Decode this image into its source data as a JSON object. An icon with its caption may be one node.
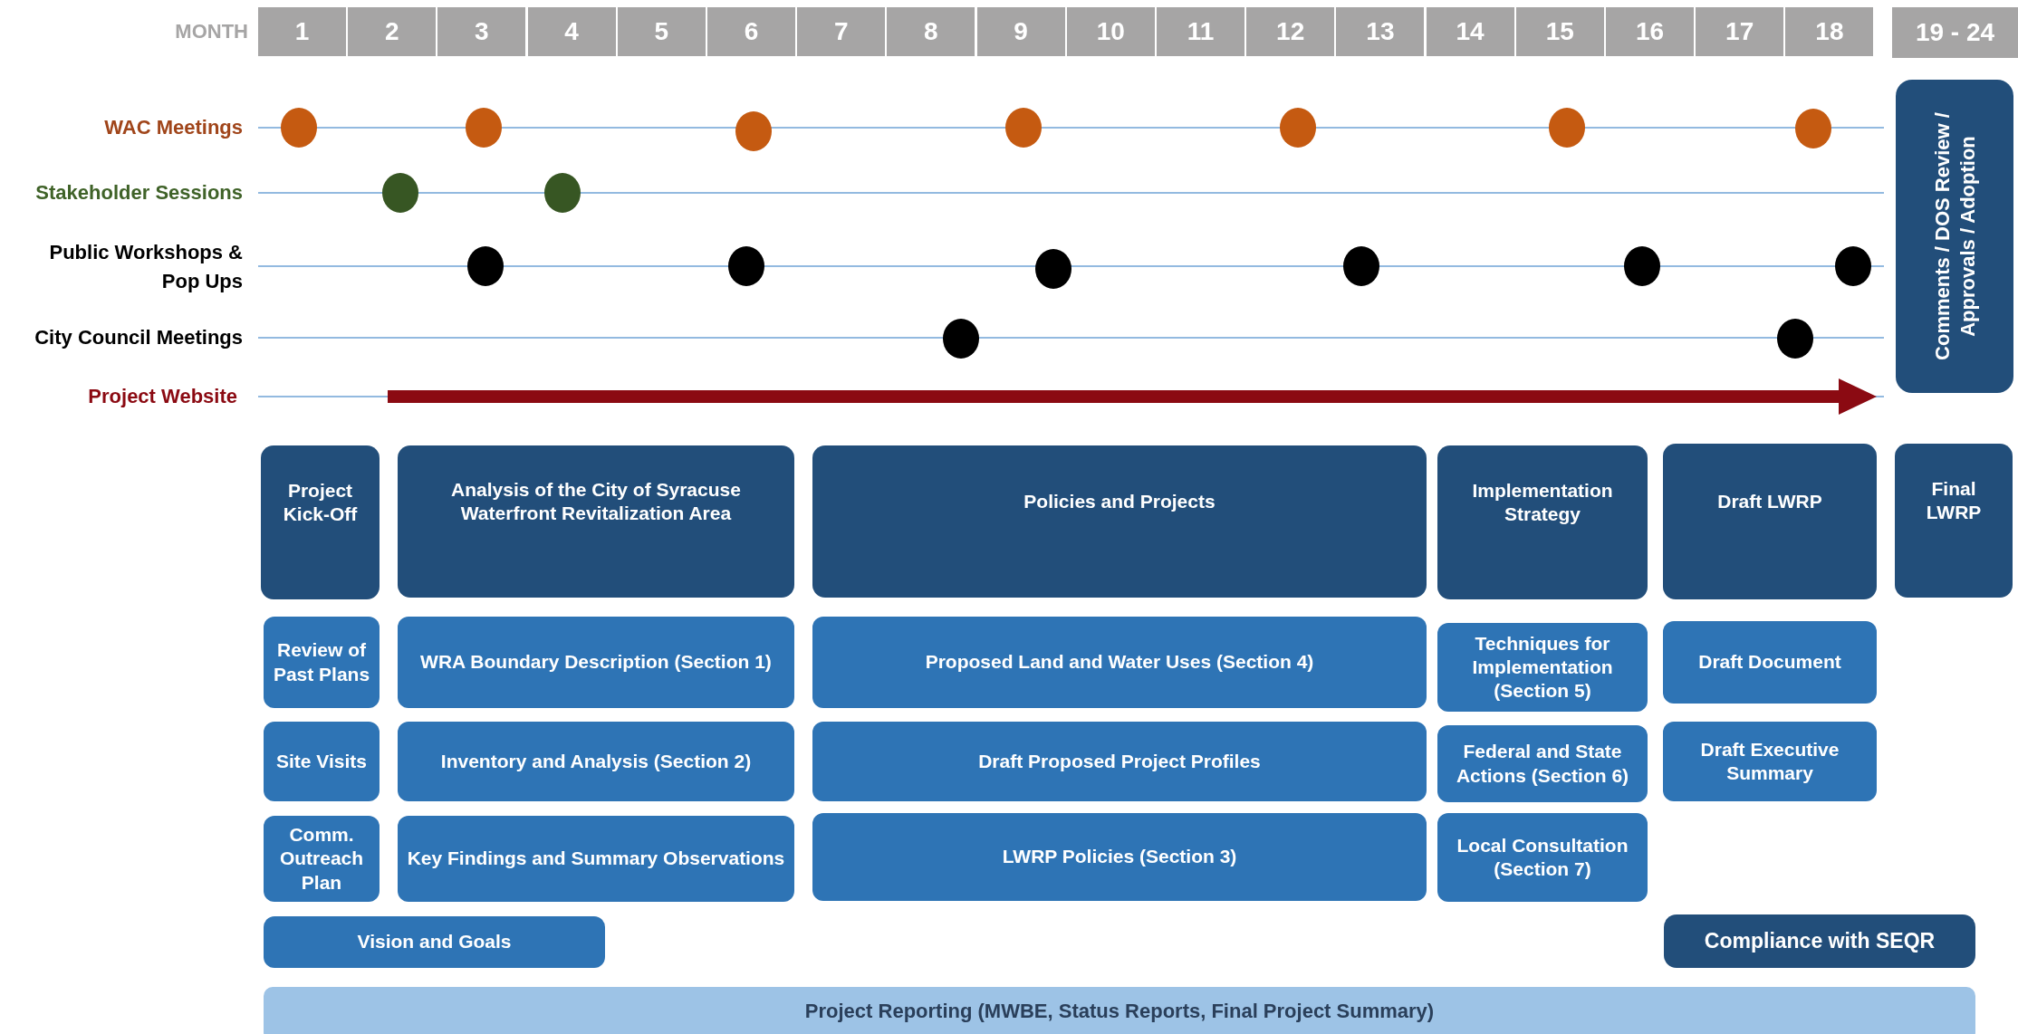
{
  "diagram": {
    "nodes": [
      {
        "text": [],
        "shape": "circle"
      },
      {
        "text": [],
        "shape": "circle"
      },
      {
        "text": [],
        "shape": "circle"
      },
      {
        "text": [],
        "shape": "circle"
      },
      {
        "text": [],
        "shape": "circle"
      },
      {
        "text": [],
        "shape": "circle"
      },
      {
        "text": [],
        "shape": "circle"
      },
      {
        "text": [],
        "shape": "circle"
      },
      {
        "text": [],
        "shape": "circle"
      },
      {
        "text": [],
        "shape": "circle"
      },
      {
        "text": [],
        "shape": "circle"
      },
      {
        "text": [],
        "shape": "circle"
      },
      {
        "text": [],
        "shape": "circle"
      },
      {
        "text": [],
        "shape": "circle"
      },
      {
        "text": [],
        "shape": "circle"
      },
      {
        "text": [],
        "shape": "circle"
      },
      {
        "text": [],
        "shape": "circle"
      },
      {
        "text": [
          "Comments / DOS Review / Approvals / Adoption"
        ]
      },
      {
        "text": [
          "Project Kick-Off"
        ]
      },
      {
        "text": [
          "Analysis of the City of Syracuse Waterfront Revitalization Area"
        ]
      },
      {
        "text": [
          "Policies and Projects"
        ]
      },
      {
        "text": [
          "Implementation Strategy"
        ]
      },
      {
        "text": [
          "Draft LWRP"
        ]
      },
      {
        "text": [
          "Final LWRP"
        ]
      },
      {
        "text": [
          "Review of Past Plans"
        ]
      },
      {
        "text": [
          "WRA Boundary Description (Section 1)"
        ]
      },
      {
        "text": [
          "Proposed Land and Water Uses (Section 4)"
        ]
      },
      {
        "text": [
          "Techniques for Implementation (Section 5)"
        ]
      },
      {
        "text": [
          "Draft Document"
        ]
      },
      {
        "text": [
          "Site Visits"
        ]
      },
      {
        "text": [
          "Inventory and Analysis (Section 2)"
        ]
      },
      {
        "text": [
          "Draft Proposed Project Profiles"
        ]
      },
      {
        "text": [
          "Federal and State Actions (Section 6)"
        ]
      },
      {
        "text": [
          "Draft Executive Summary"
        ]
      },
      {
        "text": [
          "Comm. Outreach Plan"
        ]
      },
      {
        "text": [
          "Key Findings and Summary Observations"
        ]
      },
      {
        "text": [
          "LWRP Policies (Section 3)"
        ]
      },
      {
        "text": [
          "Local Consultation (Section 7)"
        ]
      },
      {
        "text": [
          "Vision and Goals"
        ]
      },
      {
        "text": [
          "Compliance with SEQR"
        ]
      },
      {
        "text": [
          "Project Reporting (MWBE, Status Reports, Final Project Summary)"
        ]
      }
    ],
    "edges": [],
    "labels": [
      "MONTH",
      "1",
      "2",
      "3",
      "4",
      "5",
      "6",
      "7",
      "8",
      "9",
      "10",
      "11",
      "12",
      "13",
      "14",
      "15",
      "16",
      "17",
      "18",
      "19 - 24",
      "WAC Meetings",
      "Stakeholder Sessions",
      "Public Workshops & Pop Ups",
      "City Council Meetings",
      "Project Website"
    ]
  }
}
